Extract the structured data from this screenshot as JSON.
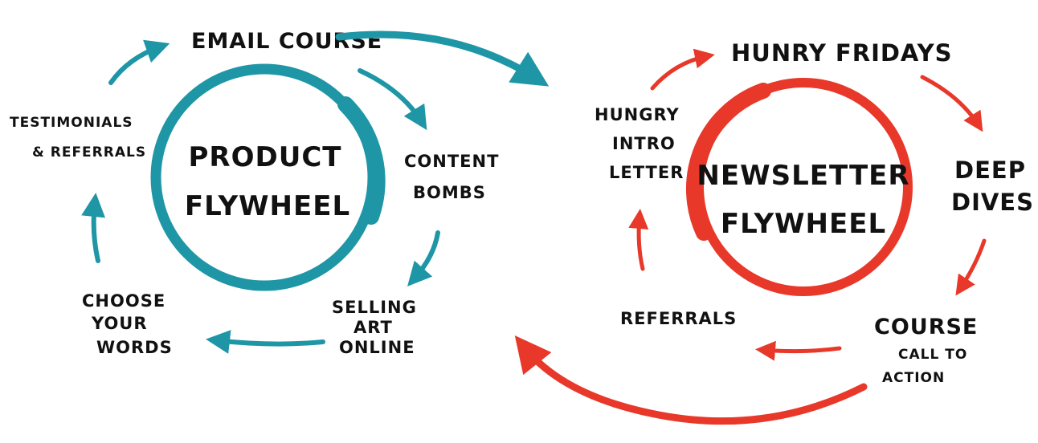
{
  "colors": {
    "product": "#1f96a6",
    "newsletter": "#e8382a",
    "text": "#111111"
  },
  "product": {
    "hub_line1": "PRODUCT",
    "hub_line2": "FLYWHEEL",
    "email_course": "EMAIL COURSE",
    "content_line1": "CONTENT",
    "content_line2": "BOMBS",
    "selling_line1": "SELLING",
    "selling_line2": "ART",
    "selling_line3": "ONLINE",
    "choose_line1": "CHOOSE",
    "choose_line2": "YOUR",
    "choose_line3": "WORDS",
    "testimonials_line1": "TESTIMONIALS",
    "testimonials_line2": "& REFERRALS"
  },
  "newsletter": {
    "hub_line1": "NEWSLETTER",
    "hub_line2": "FLYWHEEL",
    "hunry_fridays": "HUNRY FRIDAYS",
    "deep_line1": "DEEP",
    "deep_line2": "DIVES",
    "course_line1": "COURSE",
    "course_line2": "CALL TO",
    "course_line3": "ACTION",
    "referrals": "REFERRALS",
    "intro_line1": "HUNGRY",
    "intro_line2": "INTRO",
    "intro_line3": "LETTER"
  }
}
